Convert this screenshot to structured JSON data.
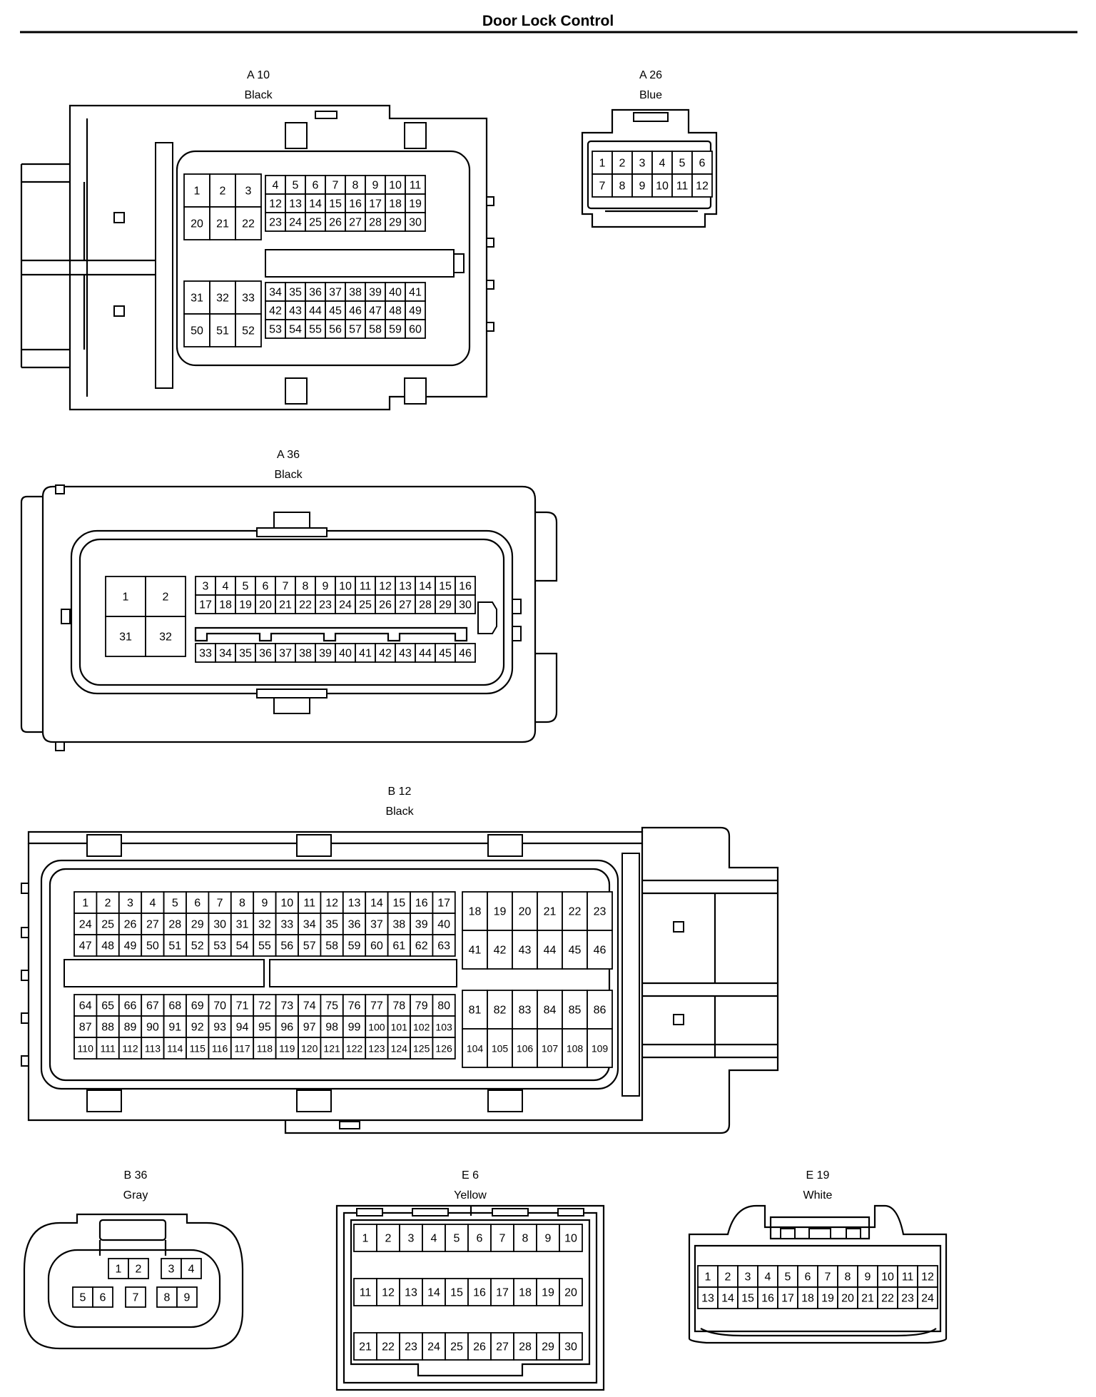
{
  "title": "Door Lock Control",
  "connectors": [
    {
      "id": "a10",
      "code": "A 10",
      "color_name": "Black",
      "blocks": [
        {
          "rows": [
            [
              "1",
              "2",
              "3"
            ],
            [
              "20",
              "21",
              "22"
            ]
          ]
        },
        {
          "rows": [
            [
              "4",
              "5",
              "6",
              "7",
              "8",
              "9",
              "10",
              "11"
            ],
            [
              "12",
              "13",
              "14",
              "15",
              "16",
              "17",
              "18",
              "19"
            ],
            [
              "23",
              "24",
              "25",
              "26",
              "27",
              "28",
              "29",
              "30"
            ]
          ]
        },
        {
          "rows": [
            [
              "31",
              "32",
              "33"
            ],
            [
              "50",
              "51",
              "52"
            ]
          ]
        },
        {
          "rows": [
            [
              "34",
              "35",
              "36",
              "37",
              "38",
              "39",
              "40",
              "41"
            ],
            [
              "42",
              "43",
              "44",
              "45",
              "46",
              "47",
              "48",
              "49"
            ],
            [
              "53",
              "54",
              "55",
              "56",
              "57",
              "58",
              "59",
              "60"
            ]
          ]
        }
      ]
    },
    {
      "id": "a26",
      "code": "A 26",
      "color_name": "Blue",
      "blocks": [
        {
          "rows": [
            [
              "1",
              "2",
              "3",
              "4",
              "5",
              "6"
            ],
            [
              "7",
              "8",
              "9",
              "10",
              "11",
              "12"
            ]
          ]
        }
      ]
    },
    {
      "id": "a36",
      "code": "A 36",
      "color_name": "Black",
      "blocks": [
        {
          "rows": [
            [
              "1",
              "2"
            ],
            [
              "31",
              "32"
            ]
          ]
        },
        {
          "rows": [
            [
              "3",
              "4",
              "5",
              "6",
              "7",
              "8",
              "9",
              "10",
              "11",
              "12",
              "13",
              "14",
              "15",
              "16"
            ],
            [
              "17",
              "18",
              "19",
              "20",
              "21",
              "22",
              "23",
              "24",
              "25",
              "26",
              "27",
              "28",
              "29",
              "30"
            ]
          ]
        },
        {
          "rows": [
            [
              "33",
              "34",
              "35",
              "36",
              "37",
              "38",
              "39",
              "40",
              "41",
              "42",
              "43",
              "44",
              "45",
              "46"
            ]
          ]
        }
      ]
    },
    {
      "id": "b12",
      "code": "B 12",
      "color_name": "Black",
      "blocks": [
        {
          "rows": [
            [
              "1",
              "2",
              "3",
              "4",
              "5",
              "6",
              "7",
              "8",
              "9",
              "10",
              "11",
              "12",
              "13",
              "14",
              "15",
              "16",
              "17"
            ],
            [
              "24",
              "25",
              "26",
              "27",
              "28",
              "29",
              "30",
              "31",
              "32",
              "33",
              "34",
              "35",
              "36",
              "37",
              "38",
              "39",
              "40"
            ],
            [
              "47",
              "48",
              "49",
              "50",
              "51",
              "52",
              "53",
              "54",
              "55",
              "56",
              "57",
              "58",
              "59",
              "60",
              "61",
              "62",
              "63"
            ]
          ]
        },
        {
          "rows": [
            [
              "18",
              "19",
              "20",
              "21",
              "22",
              "23"
            ],
            [
              "41",
              "42",
              "43",
              "44",
              "45",
              "46"
            ]
          ]
        },
        {
          "rows": [
            [
              "64",
              "65",
              "66",
              "67",
              "68",
              "69",
              "70",
              "71",
              "72",
              "73",
              "74",
              "75",
              "76",
              "77",
              "78",
              "79",
              "80"
            ],
            [
              "87",
              "88",
              "89",
              "90",
              "91",
              "92",
              "93",
              "94",
              "95",
              "96",
              "97",
              "98",
              "99",
              "100",
              "101",
              "102",
              "103"
            ],
            [
              "110",
              "111",
              "112",
              "113",
              "114",
              "115",
              "116",
              "117",
              "118",
              "119",
              "120",
              "121",
              "122",
              "123",
              "124",
              "125",
              "126"
            ]
          ]
        },
        {
          "rows": [
            [
              "81",
              "82",
              "83",
              "84",
              "85",
              "86"
            ],
            [
              "104",
              "105",
              "106",
              "107",
              "108",
              "109"
            ]
          ]
        }
      ]
    },
    {
      "id": "b36",
      "code": "B 36",
      "color_name": "Gray",
      "blocks": [
        {
          "rows": [
            [
              "1",
              "2"
            ]
          ]
        },
        {
          "rows": [
            [
              "3",
              "4"
            ]
          ]
        },
        {
          "rows": [
            [
              "5",
              "6"
            ]
          ]
        },
        {
          "rows": [
            [
              "7"
            ]
          ]
        },
        {
          "rows": [
            [
              "8",
              "9"
            ]
          ]
        }
      ]
    },
    {
      "id": "e6",
      "code": "E 6",
      "color_name": "Yellow",
      "blocks": [
        {
          "rows": [
            [
              "1",
              "2",
              "3",
              "4",
              "5",
              "6",
              "7",
              "8",
              "9",
              "10"
            ]
          ]
        },
        {
          "rows": [
            [
              "11",
              "12",
              "13",
              "14",
              "15",
              "16",
              "17",
              "18",
              "19",
              "20"
            ]
          ]
        },
        {
          "rows": [
            [
              "21",
              "22",
              "23",
              "24",
              "25",
              "26",
              "27",
              "28",
              "29",
              "30"
            ]
          ]
        }
      ]
    },
    {
      "id": "e19",
      "code": "E 19",
      "color_name": "White",
      "blocks": [
        {
          "rows": [
            [
              "1",
              "2",
              "3",
              "4",
              "5",
              "6",
              "7",
              "8",
              "9",
              "10",
              "11",
              "12"
            ],
            [
              "13",
              "14",
              "15",
              "16",
              "17",
              "18",
              "19",
              "20",
              "21",
              "22",
              "23",
              "24"
            ]
          ]
        }
      ]
    }
  ]
}
